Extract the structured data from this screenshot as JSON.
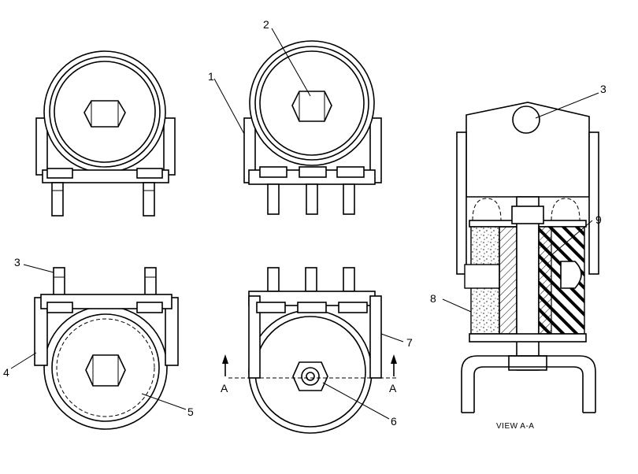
{
  "callouts": {
    "c1": "1",
    "c2": "2",
    "c3_left": "3",
    "c3_section": "3",
    "c4": "4",
    "c5": "5",
    "c6": "6",
    "c7": "7",
    "c8": "8",
    "c9": "9"
  },
  "section_marks": {
    "left": "A",
    "right": "A"
  },
  "caption": "VIEW  A-A"
}
